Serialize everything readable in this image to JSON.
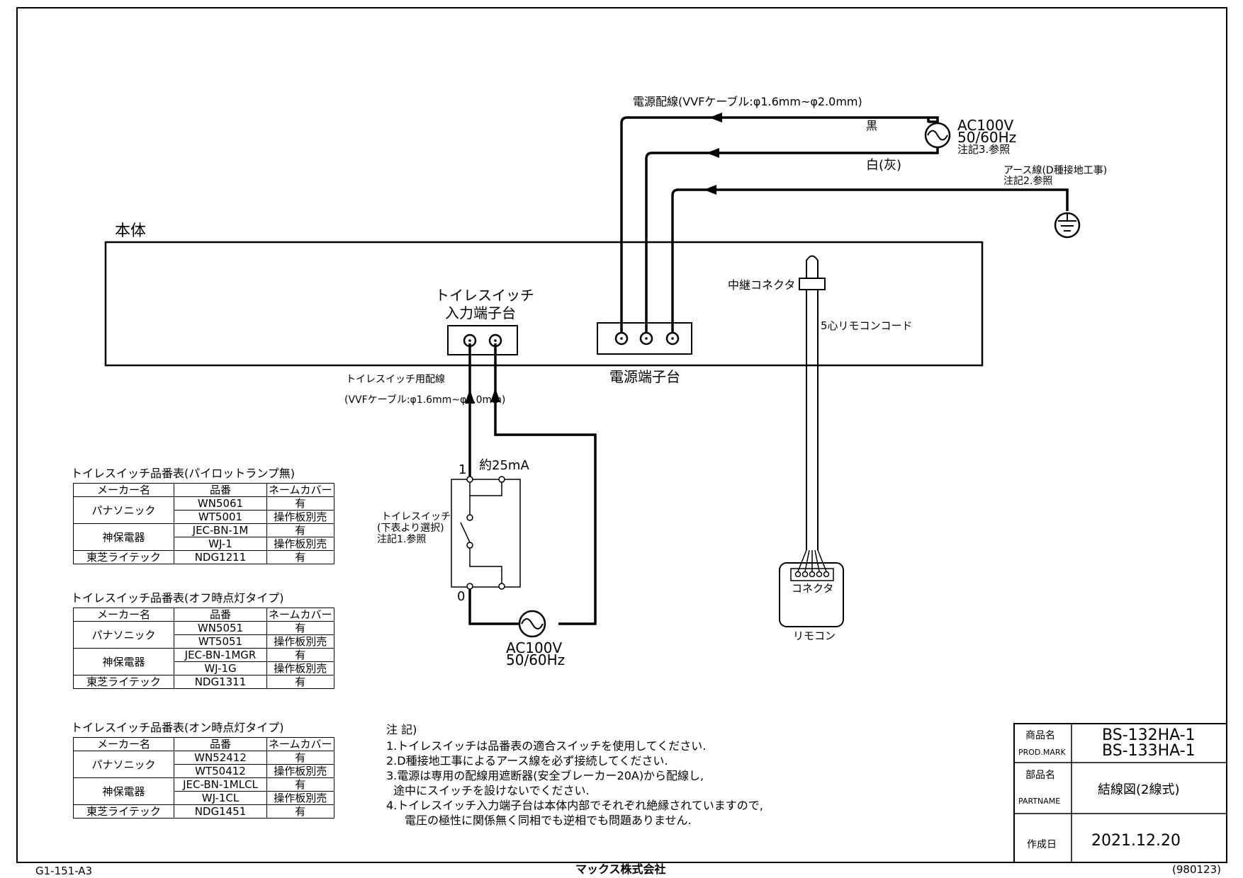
{
  "body_label": "本体",
  "power_wiring_label": "電源配線(VVFケーブル:φ1.6mm~φ2.0mm)",
  "wire_black": "黒",
  "wire_white": "白(灰)",
  "ac_source_top": {
    "line1": "AC100V",
    "line2": "50/60Hz",
    "note": "注記3.参照"
  },
  "earth_label": {
    "line1": "アース線(D種接地工事)",
    "line2": "注記2.参照"
  },
  "toilet_terminal": {
    "line1": "トイレスイッチ",
    "line2": "入力端子台"
  },
  "power_terminal": "電源端子台",
  "relay_connector": "中継コネクタ",
  "remote_cord": "5心リモコンコード",
  "connector_label": "コネクタ",
  "remote_label": "リモコン",
  "switch_wiring": {
    "line1": "トイレスイッチ用配線",
    "line2": "(VVFケーブル:φ1.6mm~φ2.0mm)"
  },
  "current_label": "約25mA",
  "terminal_1": "1",
  "terminal_0": "0",
  "switch_note": {
    "line1": "トイレスイッチ",
    "line2": "(下表より選択)",
    "line3": "注記1.参照"
  },
  "ac_source_bottom": {
    "line1": "AC100V",
    "line2": "50/60Hz"
  },
  "tables": [
    {
      "title": "トイレスイッチ品番表(パイロットランプ無)",
      "headers": [
        "メーカー名",
        "品番",
        "ネームカバー"
      ],
      "groups": [
        {
          "maker": "パナソニック",
          "rows": [
            [
              "WN5061",
              "有"
            ],
            [
              "WT5001",
              "操作板別売"
            ]
          ]
        },
        {
          "maker": "神保電器",
          "rows": [
            [
              "JEC-BN-1M",
              "有"
            ],
            [
              "WJ-1",
              "操作板別売"
            ]
          ]
        },
        {
          "maker": "東芝ライテック",
          "rows": [
            [
              "NDG1211",
              "有"
            ]
          ]
        }
      ]
    },
    {
      "title": "トイレスイッチ品番表(オフ時点灯タイプ)",
      "headers": [
        "メーカー名",
        "品番",
        "ネームカバー"
      ],
      "groups": [
        {
          "maker": "パナソニック",
          "rows": [
            [
              "WN5051",
              "有"
            ],
            [
              "WT5051",
              "操作板別売"
            ]
          ]
        },
        {
          "maker": "神保電器",
          "rows": [
            [
              "JEC-BN-1MGR",
              "有"
            ],
            [
              "WJ-1G",
              "操作板別売"
            ]
          ]
        },
        {
          "maker": "東芝ライテック",
          "rows": [
            [
              "NDG1311",
              "有"
            ]
          ]
        }
      ]
    },
    {
      "title": "トイレスイッチ品番表(オン時点灯タイプ)",
      "headers": [
        "メーカー名",
        "品番",
        "ネームカバー"
      ],
      "groups": [
        {
          "maker": "パナソニック",
          "rows": [
            [
              "WN52412",
              "有"
            ],
            [
              "WT50412",
              "操作板別売"
            ]
          ]
        },
        {
          "maker": "神保電器",
          "rows": [
            [
              "JEC-BN-1MLCL",
              "有"
            ],
            [
              "WJ-1CL",
              "操作板別売"
            ]
          ]
        },
        {
          "maker": "東芝ライテック",
          "rows": [
            [
              "NDG1451",
              "有"
            ]
          ]
        }
      ]
    }
  ],
  "notes": {
    "title": "注 記)",
    "lines": [
      "1.トイレスイッチは品番表の適合スイッチを使用してください.",
      "2.D種接地工事によるアース線を必ず接続してください.",
      "3.電源は専用の配線用遮断器(安全ブレーカー20A)から配線し,",
      "途中にスイッチを設けないでください.",
      "4.トイレスイッチ入力端子台は本体内部でそれぞれ絶縁されていますので,",
      "電圧の極性に関係無く同相でも逆相でも問題ありません."
    ]
  },
  "title_block": {
    "prod_label": "商品名",
    "prod_label_en": "PROD.MARK",
    "prod_values": [
      "BS-132HA-1",
      "BS-133HA-1"
    ],
    "part_label": "部品名",
    "part_label_en": "PARTNAME",
    "part_value": "結線図(2線式)",
    "date_label": "作成日",
    "date_value": "2021.12.20"
  },
  "footer": {
    "left": "G1-151-A3",
    "center": "マックス株式会社",
    "right": "(980123)"
  }
}
